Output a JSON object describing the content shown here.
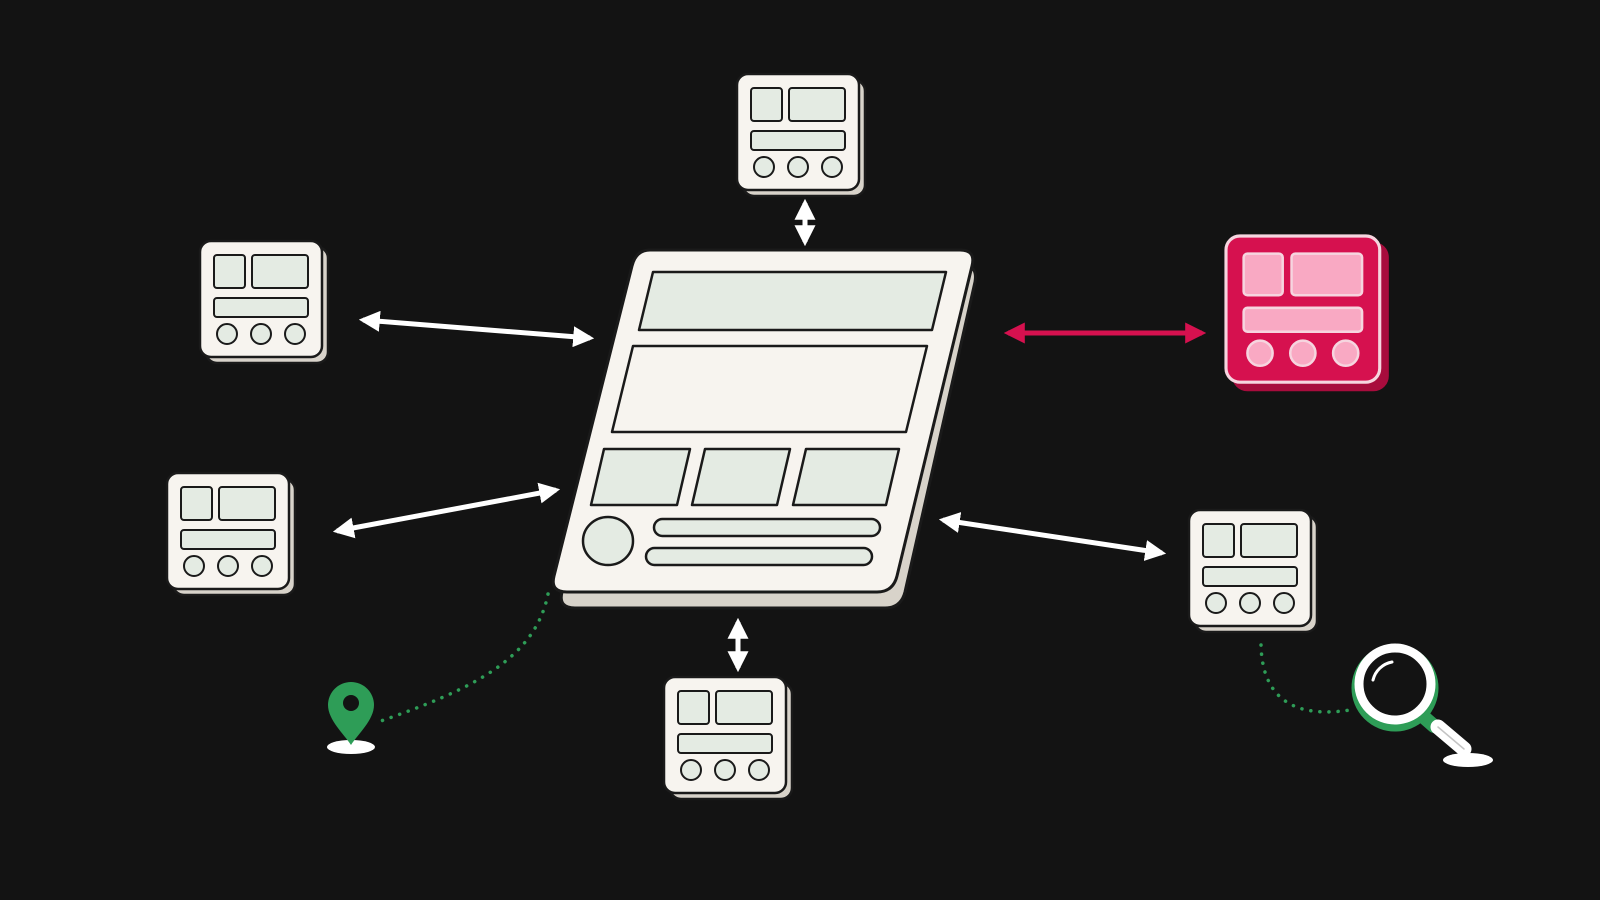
{
  "diagram": {
    "background": "#131313",
    "colors": {
      "card_fill": "#f7f4ef",
      "card_shadow": "#d8d3ca",
      "panel_fill": "#e4ebe3",
      "outline": "#1a1a1a",
      "connector": "#ffffff",
      "accent": "#d6114f",
      "accent_light": "#f9a9c3",
      "path_green": "#2e9d57"
    },
    "hub": {
      "name": "central-interface"
    },
    "satellites": [
      {
        "id": "top",
        "highlighted": false
      },
      {
        "id": "upper-left",
        "highlighted": false
      },
      {
        "id": "lower-left",
        "highlighted": false
      },
      {
        "id": "bottom",
        "highlighted": false
      },
      {
        "id": "right",
        "highlighted": true
      },
      {
        "id": "lower-right",
        "highlighted": false
      }
    ],
    "icons": [
      "location-pin-icon",
      "magnifying-glass-icon"
    ],
    "connectors": "bidirectional"
  }
}
